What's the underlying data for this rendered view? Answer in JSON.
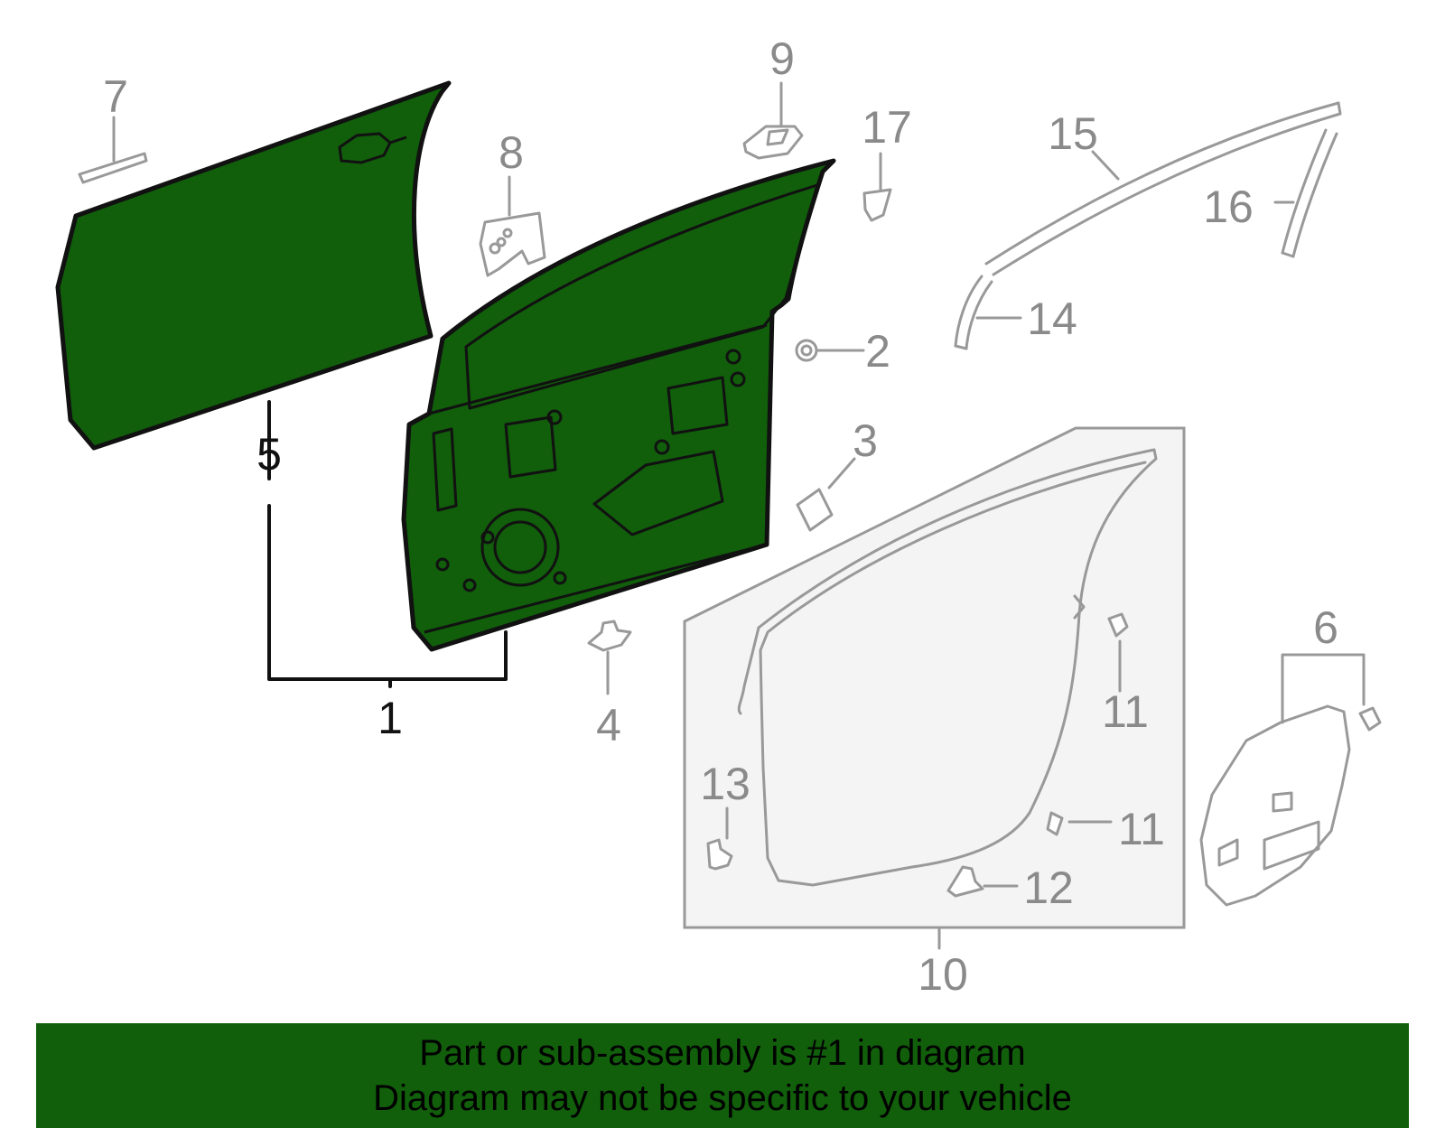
{
  "callouts": {
    "c1": "1",
    "c2": "2",
    "c3": "3",
    "c4": "4",
    "c5": "5",
    "c6": "6",
    "c7": "7",
    "c8": "8",
    "c9": "9",
    "c10": "10",
    "c11a": "11",
    "c11b": "11",
    "c12": "12",
    "c13": "13",
    "c14": "14",
    "c15": "15",
    "c16": "16",
    "c17": "17"
  },
  "banner": {
    "line1": "Part or sub-assembly is #1 in diagram",
    "line2": "Diagram may not be specific to your vehicle"
  },
  "colors": {
    "highlight": "#115e0b",
    "unselected_parts": "#999999",
    "background": "#ffffff"
  }
}
